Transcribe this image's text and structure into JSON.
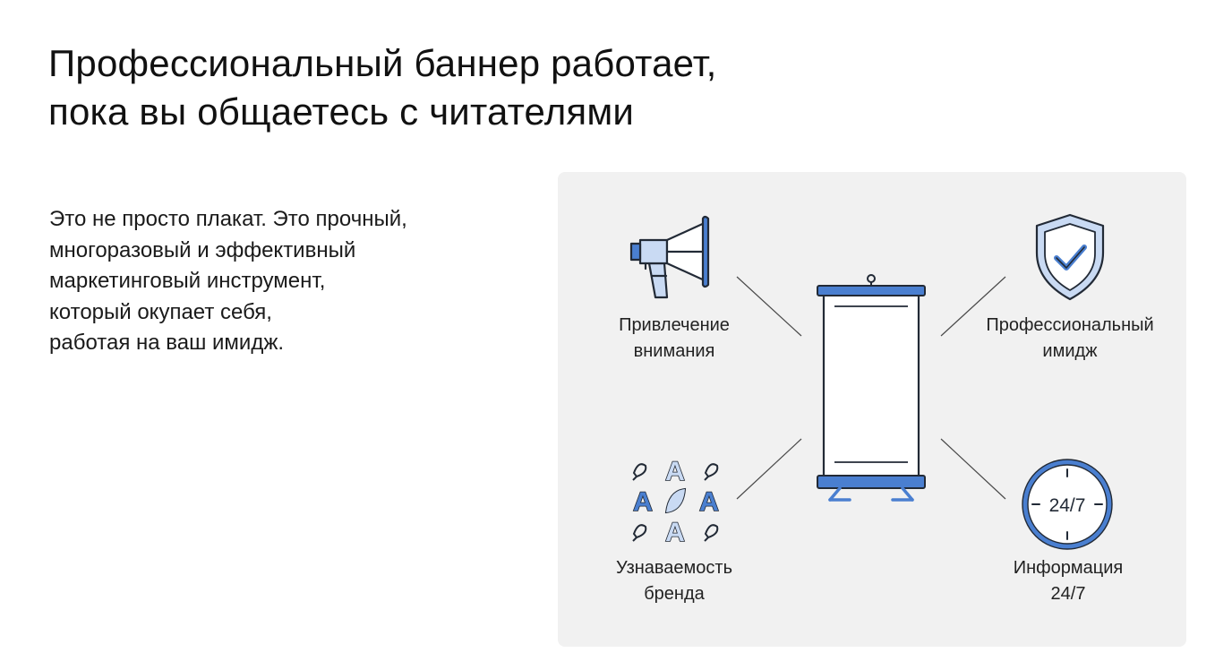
{
  "title": {
    "line1": "Профессиональный баннер работает,",
    "line2": "пока вы общаетесь с читателями"
  },
  "description": {
    "lines": [
      "Это не просто плакат. Это прочный,",
      "многоразовый и эффективный",
      "маркетинговый инструмент,",
      "который окупает себя,",
      "работая на ваш имидж."
    ]
  },
  "features": {
    "attention": {
      "line1": "Привлечение",
      "line2": "внимания",
      "icon": "megaphone-icon"
    },
    "image": {
      "line1": "Профессиональный",
      "line2": "имидж",
      "icon": "shield-check-icon"
    },
    "brand": {
      "line1": "Узнаваемость",
      "line2": "бренда",
      "icon": "brand-letters-icon"
    },
    "info": {
      "line1": "Информация",
      "line2": "24/7",
      "icon": "clock-icon",
      "clock_text": "24/7"
    }
  },
  "colors": {
    "accent": "#4a7fd0",
    "accent_light": "#c9daf3",
    "outline": "#222a36",
    "panel_bg": "#f1f1f1"
  }
}
